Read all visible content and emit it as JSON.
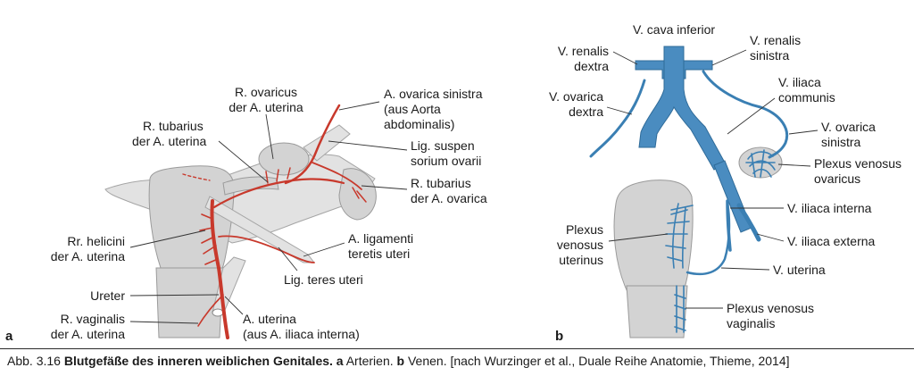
{
  "panel_a": {
    "letter": "a",
    "labels": {
      "r_ovaricus_1": "R. ovaricus",
      "r_ovaricus_2": "der A. uterina",
      "a_ovarica_sin_1": "A. ovarica sinistra",
      "a_ovarica_sin_2": "(aus Aorta",
      "a_ovarica_sin_3": "abdominalis)",
      "r_tubarius_ut_1": "R. tubarius",
      "r_tubarius_ut_2": "der A. uterina",
      "lig_susp_1": "Lig. suspen",
      "lig_susp_2": "sorium ovarii",
      "r_tubarius_ov_1": "R. tubarius",
      "r_tubarius_ov_2": "der A. ovarica",
      "rr_helicini_1": "Rr. helicini",
      "rr_helicini_2": "der A. uterina",
      "a_lig_teretis_1": "A. ligamenti",
      "a_lig_teretis_2": "teretis uteri",
      "lig_teres": "Lig. teres uteri",
      "ureter": "Ureter",
      "r_vaginalis_1": "R. vaginalis",
      "r_vaginalis_2": "der A. uterina",
      "a_uterina_1": "A. uterina",
      "a_uterina_2": "(aus A. iliaca interna)"
    }
  },
  "panel_b": {
    "letter": "b",
    "labels": {
      "v_cava": "V. cava inferior",
      "v_renalis_dex_1": "V. renalis",
      "v_renalis_dex_2": "dextra",
      "v_renalis_sin_1": "V. renalis",
      "v_renalis_sin_2": "sinistra",
      "v_ovarica_dex_1": "V. ovarica",
      "v_ovarica_dex_2": "dextra",
      "v_iliaca_comm_1": "V. iliaca",
      "v_iliaca_comm_2": "communis",
      "v_ovarica_sin_1": "V. ovarica",
      "v_ovarica_sin_2": "sinistra",
      "plexus_ov_1": "Plexus venosus",
      "plexus_ov_2": "ovaricus",
      "v_iliaca_int": "V. iliaca interna",
      "v_iliaca_ext": "V. iliaca externa",
      "plexus_ut_1": "Plexus",
      "plexus_ut_2": "venosus",
      "plexus_ut_3": "uterinus",
      "v_uterina": "V. uterina",
      "plexus_vag_1": "Plexus venosus",
      "plexus_vag_2": "vaginalis"
    }
  },
  "caption": {
    "number": "Abb. 3.16",
    "title": "Blutgefäße des inneren weiblichen Genitales.",
    "a_letter": "a",
    "a_text": "Arterien.",
    "b_letter": "b",
    "b_text": "Venen. [nach Wurzinger et al., Duale Reihe Anatomie, Thieme, 2014]"
  }
}
